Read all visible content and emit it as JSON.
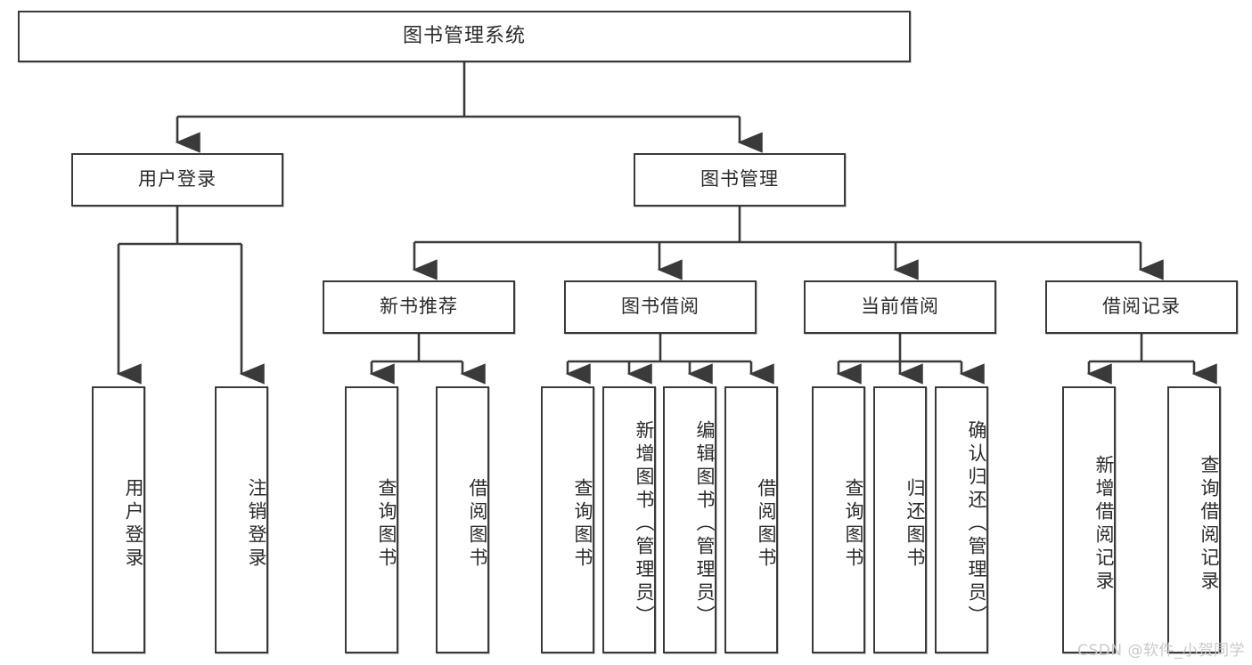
{
  "diagram": {
    "title": "图书管理系统",
    "type": "hierarchy-tree",
    "root": {
      "label": "图书管理系统"
    },
    "level2": [
      {
        "label": "用户登录"
      },
      {
        "label": "图书管理"
      }
    ],
    "level3": [
      {
        "label": "新书推荐"
      },
      {
        "label": "图书借阅"
      },
      {
        "label": "当前借阅"
      },
      {
        "label": "借阅记录"
      }
    ],
    "leaves": {
      "user_login": [
        {
          "label": "用户登录"
        },
        {
          "label": "注销登录"
        }
      ],
      "new_book_recommend": [
        {
          "label": "查询图书"
        },
        {
          "label": "借阅图书"
        }
      ],
      "book_borrow": [
        {
          "label": "查询图书"
        },
        {
          "label": "新增图书（管理员）"
        },
        {
          "label": "编辑图书（管理员）"
        },
        {
          "label": "借阅图书"
        }
      ],
      "current_borrow": [
        {
          "label": "查询图书"
        },
        {
          "label": "归还图书"
        },
        {
          "label": "确认归还（管理员）"
        }
      ],
      "borrow_record": [
        {
          "label": "新增借阅记录"
        },
        {
          "label": "查询借阅记录"
        }
      ]
    }
  },
  "watermark": {
    "text": "CSDN @软件_小贺同学"
  },
  "colors": {
    "border": "#3a3a3a",
    "text": "#2b2b2b",
    "background": "#ffffff",
    "watermark": "#c9c9c9"
  }
}
